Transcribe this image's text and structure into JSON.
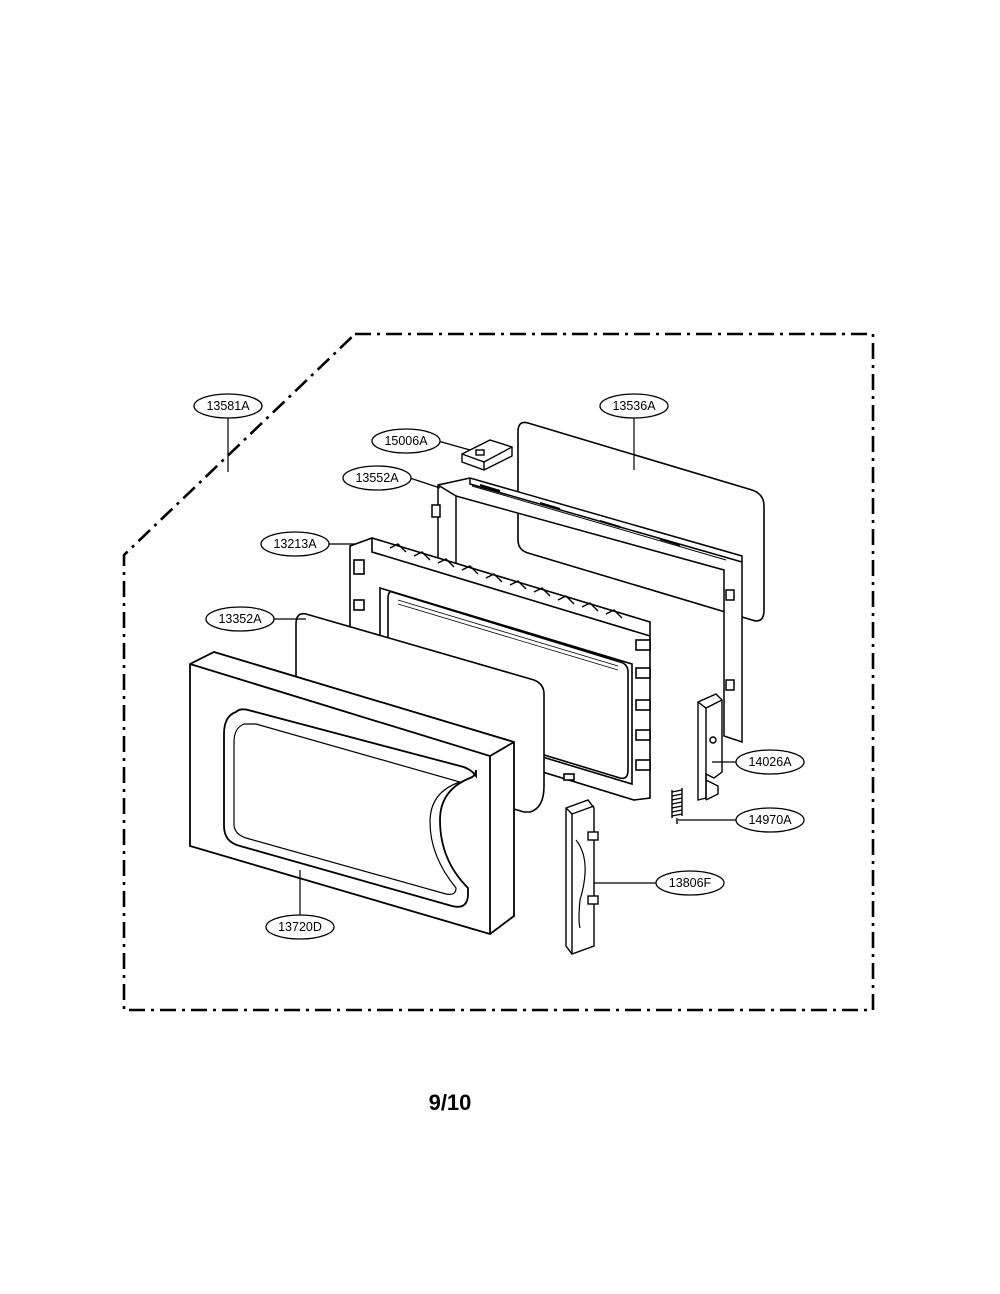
{
  "diagram": {
    "page_number": "9/10",
    "parts": {
      "p13581A": "13581A",
      "p13536A": "13536A",
      "p15006A": "15006A",
      "p13552A": "13552A",
      "p13213A": "13213A",
      "p13352A": "13352A",
      "p14026A": "14026A",
      "p14970A": "14970A",
      "p13806F": "13806F",
      "p13720D": "13720D"
    }
  }
}
